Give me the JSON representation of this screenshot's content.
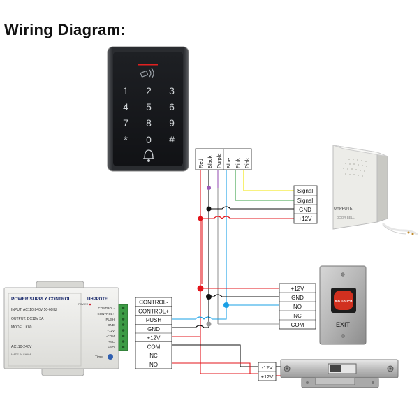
{
  "title": "Wiring Diagram:",
  "keypad": {
    "keys": [
      "1",
      "2",
      "3",
      "4",
      "5",
      "6",
      "7",
      "8",
      "9",
      "*",
      "0",
      "#"
    ]
  },
  "wire_colors": [
    "Red",
    "Black",
    "Purple",
    "Blue",
    "Pink",
    "Pink"
  ],
  "doorbell": {
    "brand": "UHPPOTE",
    "model": "DOOR BELL",
    "terminals": [
      "Signal",
      "Signal",
      "GND",
      "+12V"
    ]
  },
  "exit_button": {
    "face_label": "No Touch",
    "caption": "EXIT",
    "terminals": [
      "+12V",
      "GND",
      "NO",
      "NC",
      "COM"
    ]
  },
  "power_supply": {
    "title": "POWER SUPPLY CONTROL",
    "brand": "UHPPOTE",
    "input": "INPUT: AC110-240V  50-60HZ",
    "output": "OUTPUT: DC12V  3A",
    "model": "MODEL: K80",
    "ac_label": "AC110-240V",
    "made_in": "MADE IN CHINA",
    "power_led": "POWER",
    "time_label": "Time",
    "side_labels": [
      "CONTROL-",
      "CONTROL+",
      "PUSH",
      "GND",
      "+12V",
      "-COM",
      "+NC",
      "+NO"
    ],
    "terminals": [
      "CONTROL-",
      "CONTROL+",
      "PUSH",
      "GND",
      "+12V",
      "COM",
      "NC",
      "NO"
    ]
  },
  "lock": {
    "terminals": [
      "-12V",
      "+12V"
    ]
  },
  "colors": {
    "red": "#e3141b",
    "black": "#111111",
    "purple": "#9b59b6",
    "blue": "#1aa0e6",
    "pink_yellow": "#f0e400",
    "pink_green": "#3aa046",
    "gray": "#999999"
  }
}
